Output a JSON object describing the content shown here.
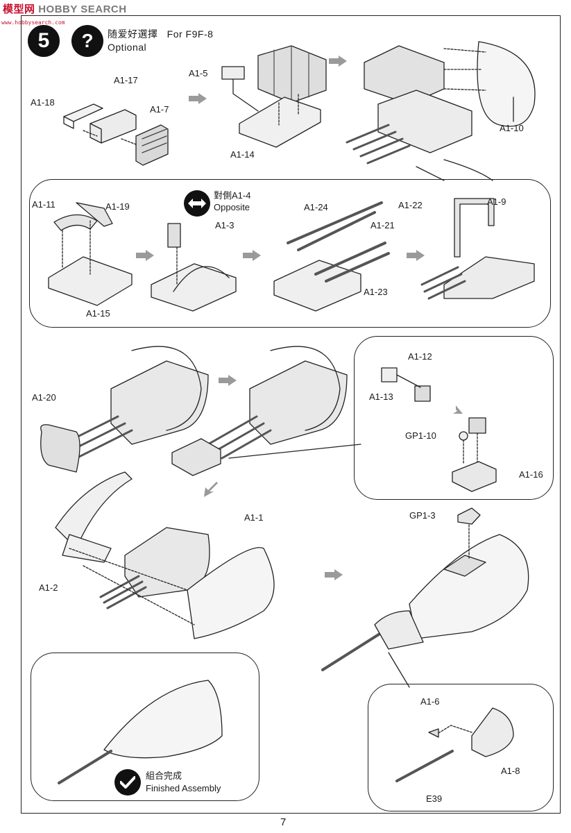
{
  "watermark": {
    "cn": "模型网",
    "en": "HOBBY SEARCH",
    "url": "www.hobbysearch.com"
  },
  "step": {
    "number": "5",
    "optional_symbol": "?",
    "optional_cn": "随爱好選擇",
    "for_model": "For F9F-8",
    "optional_en": "Optional"
  },
  "opposite": {
    "cn": "對側",
    "part": "A1-4",
    "en": "Opposite"
  },
  "finished": {
    "cn": "組合完成",
    "en": "Finished Assembly"
  },
  "parts": {
    "a1_5": "A1-5",
    "a1_17": "A1-17",
    "a1_18": "A1-18",
    "a1_7": "A1-7",
    "a1_14": "A1-14",
    "a1_10": "A1-10",
    "a1_11": "A1-11",
    "a1_19": "A1-19",
    "a1_3": "A1-3",
    "a1_15": "A1-15",
    "a1_24": "A1-24",
    "a1_22": "A1-22",
    "a1_21": "A1-21",
    "a1_23": "A1-23",
    "a1_9": "A1-9",
    "a1_20": "A1-20",
    "a1_12": "A1-12",
    "a1_13": "A1-13",
    "gp1_10": "GP1-10",
    "a1_16": "A1-16",
    "a1_1": "A1-1",
    "a1_2": "A1-2",
    "gp1_3": "GP1-3",
    "a1_6": "A1-6",
    "a1_8": "A1-8",
    "e39": "E39"
  },
  "page_number": "7"
}
